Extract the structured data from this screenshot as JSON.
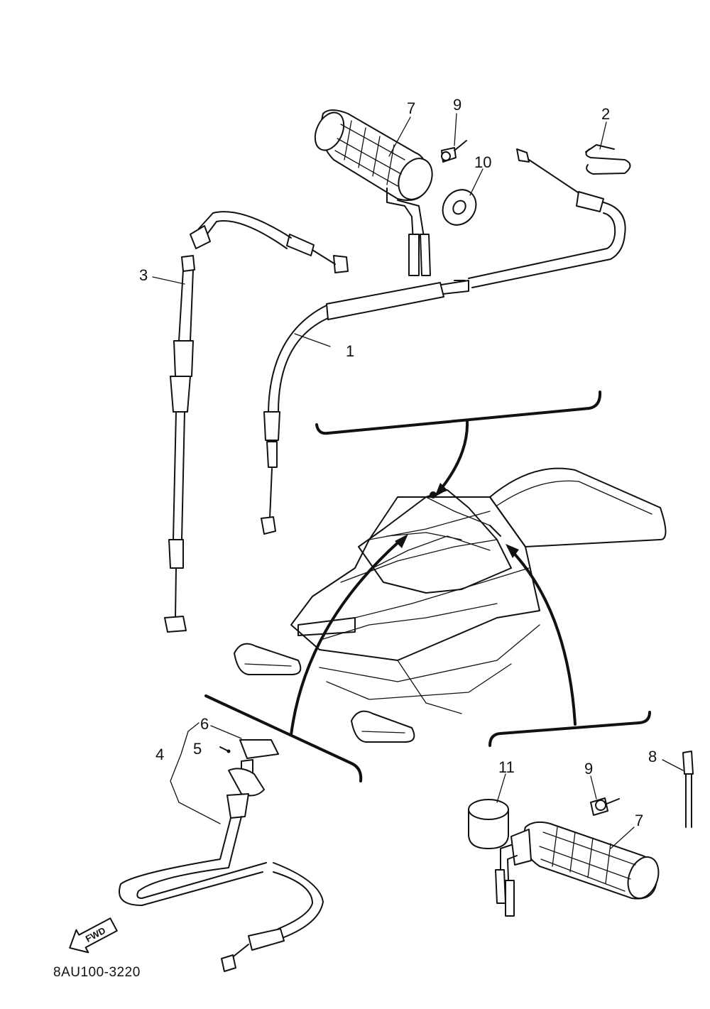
{
  "drawing_code": "8AU100-3220",
  "fwd_label": "FWD",
  "callouts": {
    "c1": "1",
    "c2": "2",
    "c3": "3",
    "c4": "4",
    "c5": "5",
    "c6": "6",
    "c7_top": "7",
    "c7_bottom": "7",
    "c8": "8",
    "c9_top": "9",
    "c9_bottom": "9",
    "c10": "10",
    "c11": "11"
  },
  "icons": {
    "forward_arrow": "fwd-arrow-icon"
  }
}
